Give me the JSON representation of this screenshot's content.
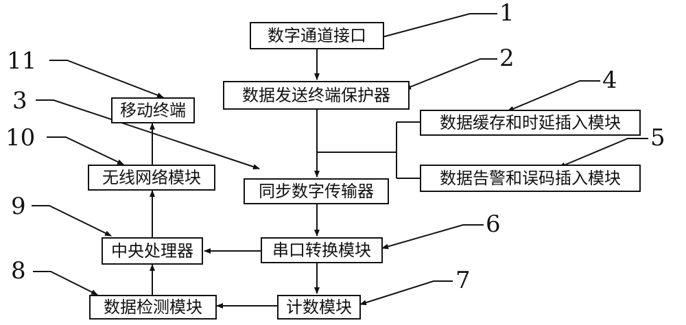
{
  "modules": {
    "digital_channel_interface": "数字通道接口",
    "data_send_terminal_protector": "数据发送终端保护器",
    "data_cache_delay_insert": "数据缓存和时延插入模块",
    "data_alarm_errorcode_insert": "数据告警和误码插入模块",
    "sync_digital_transmitter": "同步数字传输器",
    "serial_conversion": "串口转换模块",
    "counting": "计数模块",
    "data_detection": "数据检测模块",
    "central_processor": "中央处理器",
    "wireless_network": "无线网络模块",
    "mobile_terminal": "移动终端"
  },
  "labels": {
    "l1": "1",
    "l2": "2",
    "l3": "3",
    "l4": "4",
    "l5": "5",
    "l6": "6",
    "l7": "7",
    "l8": "8",
    "l9": "9",
    "l10": "10",
    "l11": "11"
  }
}
